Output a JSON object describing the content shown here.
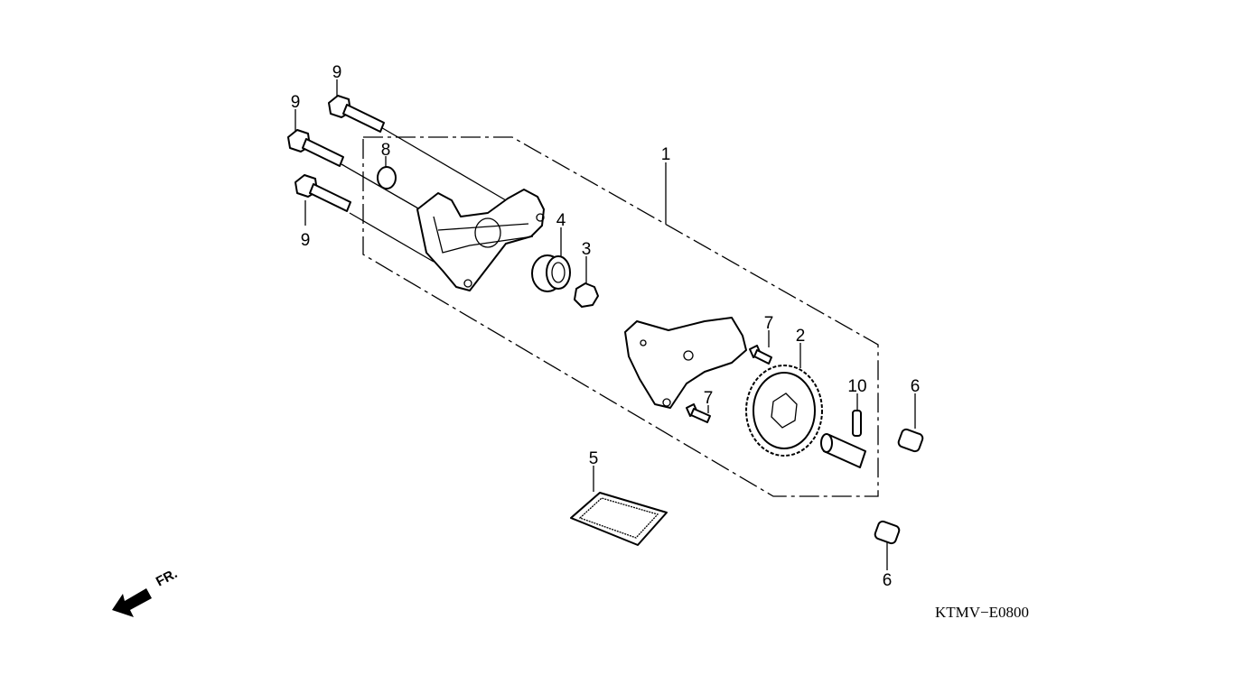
{
  "diagram": {
    "code": "KTMV−E0800",
    "front_marker": "FR.",
    "callouts": {
      "assembly": "1",
      "gear": "2",
      "inner_rotor": "3",
      "outer_rotor": "4",
      "strainer": "5",
      "dowel_a": "6",
      "dowel_b": "6",
      "screw_a": "7",
      "screw_b": "7",
      "clip": "8",
      "bolt_a": "9",
      "bolt_b": "9",
      "bolt_c": "9",
      "pin": "10"
    }
  }
}
